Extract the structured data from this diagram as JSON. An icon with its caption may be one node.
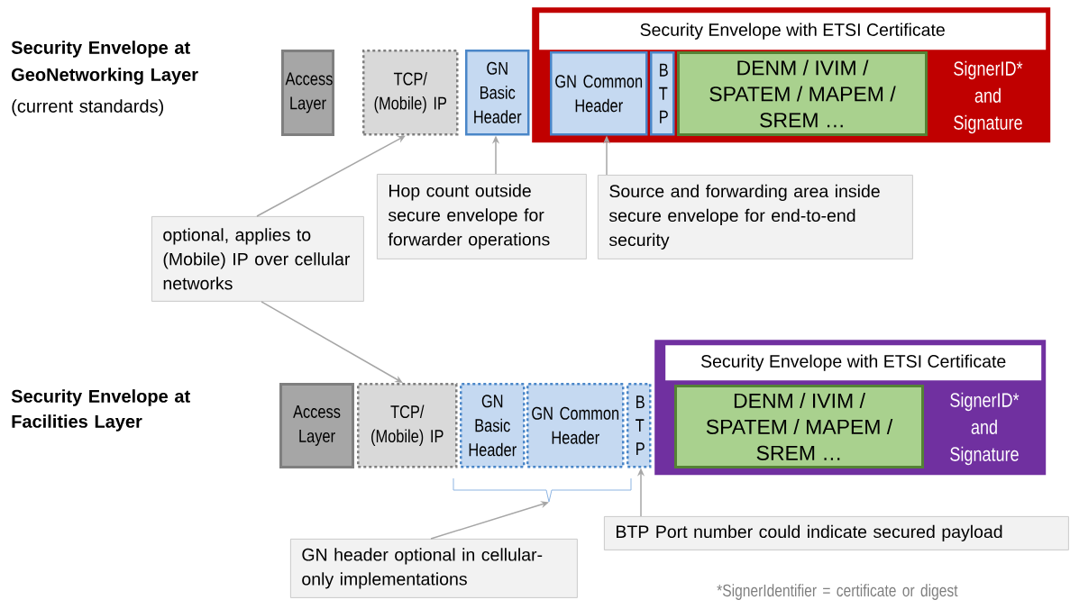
{
  "diagram": {
    "nodes": [
      {
        "text": [
          "Access Layer"
        ]
      },
      {
        "text": [
          "TCP/ (Mobile) IP"
        ]
      },
      {
        "text": [
          "GN Basic Header"
        ]
      },
      {
        "text": [
          "Security Envelope with ETSI Certificate",
          "SignerID* and Signature"
        ]
      },
      {
        "text": [
          "GN Common Header"
        ],
        "in": 3
      },
      {
        "text": [
          "B T P"
        ],
        "in": 3
      },
      {
        "text": [
          "DENM / IVIM / SPATEM / MAPEM / SREM …"
        ],
        "in": 3
      },
      {
        "text": [
          "Access Layer"
        ]
      },
      {
        "text": [
          "TCP/ (Mobile) IP"
        ]
      },
      {
        "text": [
          "GN Basic Header"
        ]
      },
      {
        "text": [
          "GN Common Header"
        ]
      },
      {
        "text": [
          "B T P"
        ]
      },
      {
        "text": [
          "Security Envelope with ETSI Certificate",
          "SignerID* and Signature"
        ]
      },
      {
        "text": [
          "DENM / IVIM / SPATEM / MAPEM / SREM …"
        ],
        "in": 12
      },
      {
        "text": [
          "optional, applies to (Mobile) IP over cellular networks"
        ]
      },
      {
        "text": [
          "Hop count outside secure envelope for forwarder operations"
        ]
      },
      {
        "text": [
          "Source and forwarding area inside secure envelope for end-to-end security"
        ]
      },
      {
        "text": [
          "GN header optional in cellular-only implementations"
        ]
      },
      {
        "text": [
          "BTP Port number could indicate secured payload"
        ]
      },
      {
        "text": [],
        "shape": "brace"
      }
    ],
    "edges": [
      {
        "from": 14,
        "to": 1,
        "arrow": "to"
      },
      {
        "from": 14,
        "to": 8,
        "arrow": "to"
      },
      {
        "from": 15,
        "to": 2,
        "arrow": "to"
      },
      {
        "from": 16,
        "to": 4,
        "arrow": "to"
      },
      {
        "from": 17,
        "to": 19,
        "arrow": "to"
      },
      {
        "from": 18,
        "to": 11,
        "arrow": "to"
      }
    ],
    "labels": [
      "Security Envelope at GeoNetworking Layer",
      "(current standards)",
      "Security Envelope at Facilities Layer",
      "*SignerIdentifier = certificate or digest"
    ]
  }
}
